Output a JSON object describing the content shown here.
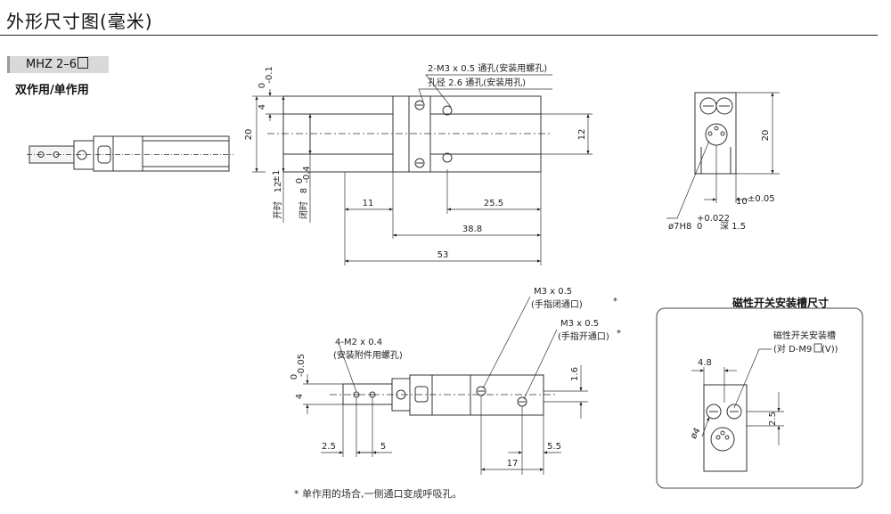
{
  "header": {
    "title": "外形尺寸图(毫米)",
    "model_prefix": "MHZ 2–6",
    "subtitle": "双作用/单作用"
  },
  "top_view": {
    "dims": {
      "d20": "20",
      "d4": "4",
      "d4_tol_hi": "0",
      "d4_tol_lo": "-0.1",
      "d12": "12",
      "d11": "11",
      "d25_5": "25.5",
      "d38_8": "38.8",
      "d53": "53",
      "open_prefix": "开时",
      "open_value": "12",
      "open_tol": "±1",
      "closed_prefix": "闭时",
      "closed_value": "8",
      "closed_tol_hi": "0",
      "closed_tol_lo": "-0.4"
    },
    "callouts": {
      "thru_tap": "2-M3 x 0.5  通孔(安装用螺孔)",
      "thru_hole": "孔径 2.6 通孔(安装用孔)"
    }
  },
  "end_view": {
    "dims": {
      "d20": "20",
      "d10": "10",
      "d10_tol": "±0.05"
    },
    "bore": {
      "prefix": "ø7H8",
      "tol_hi": "+0.022",
      "tol_lo": "0",
      "depth": "深 1.5"
    }
  },
  "bottom_view": {
    "callouts": {
      "m2": "4-M2 x 0.4",
      "m2_note": "(安装附件用螺孔)",
      "m3_close": "M3 x 0.5",
      "m3_close_note": "(手指闭通口)",
      "m3_close_star": "*",
      "m3_open": "M3 x 0.5",
      "m3_open_note": "(手指开通口)",
      "m3_open_star": "*"
    },
    "dims": {
      "d4": "4",
      "d4_tol_hi": "0",
      "d4_tol_lo": "-0.05",
      "d1_6": "1.6",
      "d2_5": "2.5",
      "d5": "5",
      "d5_5": "5.5",
      "d17": "17"
    }
  },
  "switch_panel": {
    "title": "磁性开关安装槽尺寸",
    "slot_label": "磁性开关安装槽",
    "slot_for_prefix": "(对 D-M9",
    "slot_for_suffix": " (V))",
    "dims": {
      "d4_8": "4.8",
      "dia4": "ø4",
      "d2_5": "2.5"
    }
  },
  "footnote": "* 单作用的场合,一侧通口变成呼吸孔。"
}
